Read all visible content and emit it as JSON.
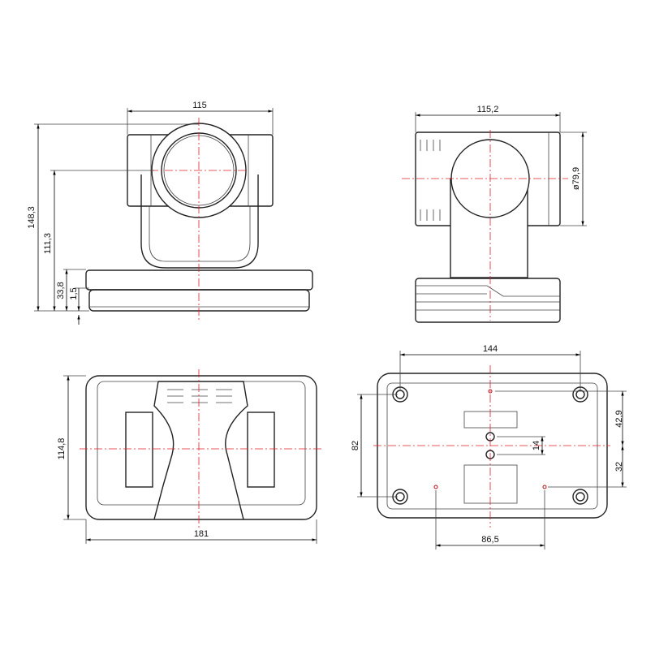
{
  "front_view": {
    "width": "115",
    "total_height": "148,3",
    "lens_height": "111,3",
    "base_height": "33,8",
    "foot_height": "1,5"
  },
  "side_view": {
    "depth": "115,2",
    "lens_diameter": "ø79,9"
  },
  "top_view": {
    "length": "181",
    "width": "114,8"
  },
  "bottom_view": {
    "foot_spacing_x": "144",
    "foot_spacing_y": "82",
    "hole_offset_top": "42,9",
    "hole_offset_bottom": "32",
    "tripod_spacing": "14",
    "hole_spacing_x": "86,5"
  },
  "colors": {
    "centerline": "#e0202a",
    "outline": "#222222"
  }
}
